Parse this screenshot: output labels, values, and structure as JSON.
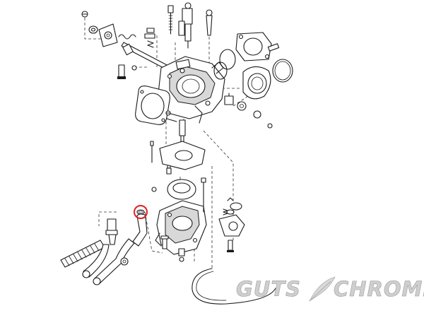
{
  "watermark": {
    "brand_left": "GUTS",
    "brand_right": "CHROME"
  },
  "highlight": {
    "part": "hose-fitting-o-ring",
    "color": "#e02020"
  },
  "colors": {
    "line": "#1a1a1a",
    "watermark_fill": "#cfcfcf"
  }
}
